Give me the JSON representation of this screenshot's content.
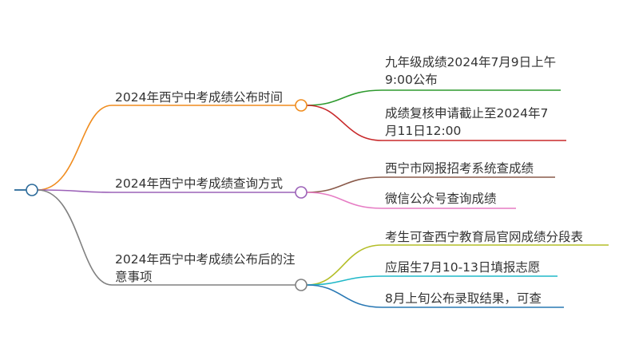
{
  "mindmap": {
    "branches": [
      {
        "label": "2024年西宁中考成绩公布时间",
        "color": "#f08c1e",
        "children": [
          {
            "label": "九年级成绩2024年7月9日上午9:00公布",
            "color": "#2e9a2e"
          },
          {
            "label": "成绩复核申请截止至2024年7月11日12:00",
            "color": "#c8282a"
          }
        ]
      },
      {
        "label": "2024年西宁中考成绩查询方式",
        "color": "#9c62b8",
        "children": [
          {
            "label": "西宁市网报招考系统查成绩",
            "color": "#8a5a4a"
          },
          {
            "label": "微信公众号查询成绩",
            "color": "#e67cc4"
          }
        ]
      },
      {
        "label": "2024年西宁中考成绩公布后的注意事项",
        "color": "#808080",
        "children": [
          {
            "label": "考生可查西宁教育局官网成绩分段表",
            "color": "#b4be28"
          },
          {
            "label": "应届生7月10-13日填报志愿",
            "color": "#20b8c8"
          },
          {
            "label": "8月上旬公布录取结果，可查",
            "color": "#2878b4"
          }
        ]
      }
    ],
    "root_color": "#2b6a9a"
  }
}
